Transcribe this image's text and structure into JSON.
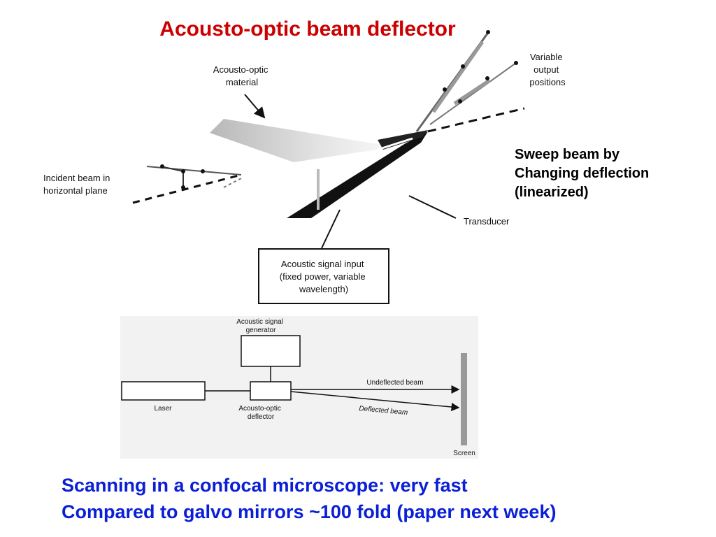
{
  "slide": {
    "title": "Acousto-optic beam deflector",
    "note_lines": [
      "Sweep beam by",
      "Changing deflection",
      "(linearized)"
    ],
    "caption_lines": [
      "Scanning in a confocal microscope: very fast",
      "Compared to galvo mirrors ~100 fold (paper next week)"
    ]
  },
  "figure_top": {
    "material_label": [
      "Acousto-optic",
      "material"
    ],
    "incident_label": [
      "Incident beam in",
      "horizontal plane"
    ],
    "output_label": [
      "Variable",
      "output",
      "positions"
    ],
    "transducer_label": "Transducer",
    "signal_box_lines": [
      "Acoustic signal input",
      "(fixed power, variable",
      "wavelength)"
    ]
  },
  "figure_bottom": {
    "generator_label": [
      "Acoustic signal",
      "generator"
    ],
    "laser_label": "Laser",
    "deflector_label": [
      "Acousto-optic",
      "deflector"
    ],
    "undeflected_label": "Undeflected beam",
    "deflected_label": "Deflected beam",
    "screen_label": "Screen"
  },
  "colors": {
    "title": "#cc0000",
    "caption": "#0a1fd6"
  }
}
